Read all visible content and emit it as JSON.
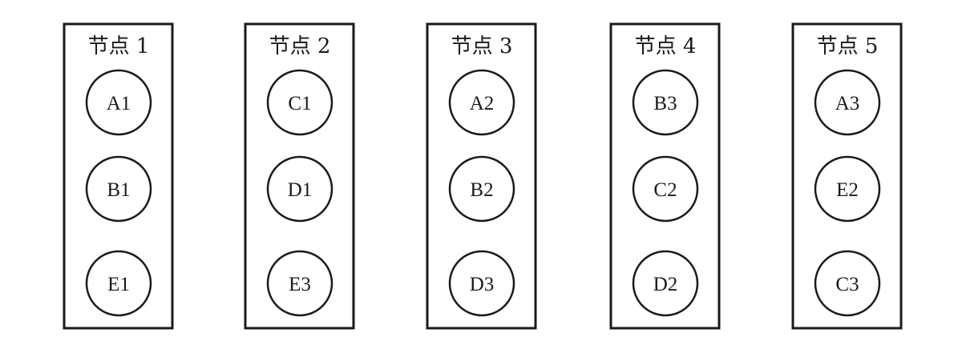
{
  "nodes": [
    {
      "title": "节点 1",
      "replicas": [
        "A1",
        "B1",
        "E1"
      ]
    },
    {
      "title": "节点 2",
      "replicas": [
        "C1",
        "D1",
        "E3"
      ]
    },
    {
      "title": "节点 3",
      "replicas": [
        "A2",
        "B2",
        "D3"
      ]
    },
    {
      "title": "节点 4",
      "replicas": [
        "B3",
        "C2",
        "D2"
      ]
    },
    {
      "title": "节点 5",
      "replicas": [
        "A3",
        "E2",
        "C3"
      ]
    }
  ]
}
